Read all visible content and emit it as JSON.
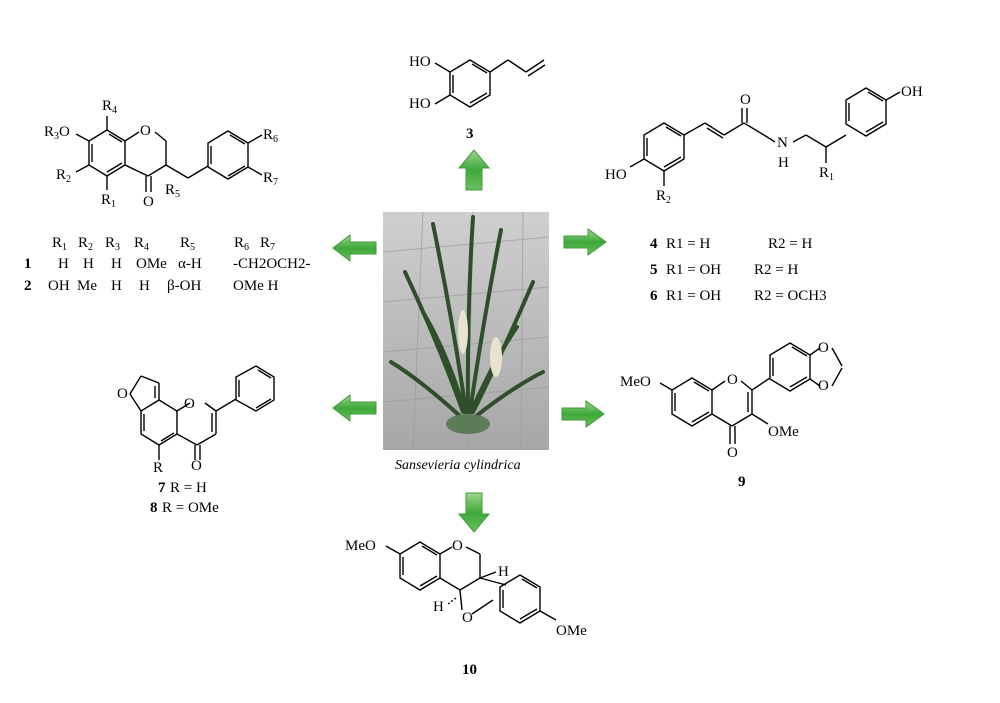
{
  "photo_caption": "Sansevieria cylindrica",
  "compounds": {
    "c1": {
      "number": "1"
    },
    "c2": {
      "number": "2"
    },
    "c3": {
      "number": "3"
    },
    "c9": {
      "number": "9"
    },
    "c10": {
      "number": "10"
    }
  },
  "table12": {
    "headers": [
      "R1",
      "R2",
      "R3",
      "R4",
      "R5",
      "R6",
      "R7"
    ],
    "row1": [
      "1",
      "H",
      "H",
      "H",
      "OMe",
      "α-H",
      "-CH2OCH2-"
    ],
    "row2": [
      "2",
      "OH",
      "Me",
      "H",
      "H",
      "β-OH",
      "OMe H"
    ]
  },
  "amides": [
    {
      "num": "4",
      "r1": "R1 = H",
      "r2": "R2 = H"
    },
    {
      "num": "5",
      "r1": "R1 = OH",
      "r2": "R2 = H"
    },
    {
      "num": "6",
      "r1": "R1 = OH",
      "r2": "R2 = OCH3"
    }
  ],
  "furano": [
    {
      "num": "7",
      "text": "R = H"
    },
    {
      "num": "8",
      "text": "R = OMe"
    }
  ],
  "atom_labels": {
    "HO": "HO",
    "OH": "OH",
    "O": "O",
    "N": "N",
    "H": "H",
    "MeO": "MeO",
    "OMe": "OMe",
    "R": "R",
    "R3O": "R3O"
  },
  "arrow_color": "#5cb84a"
}
